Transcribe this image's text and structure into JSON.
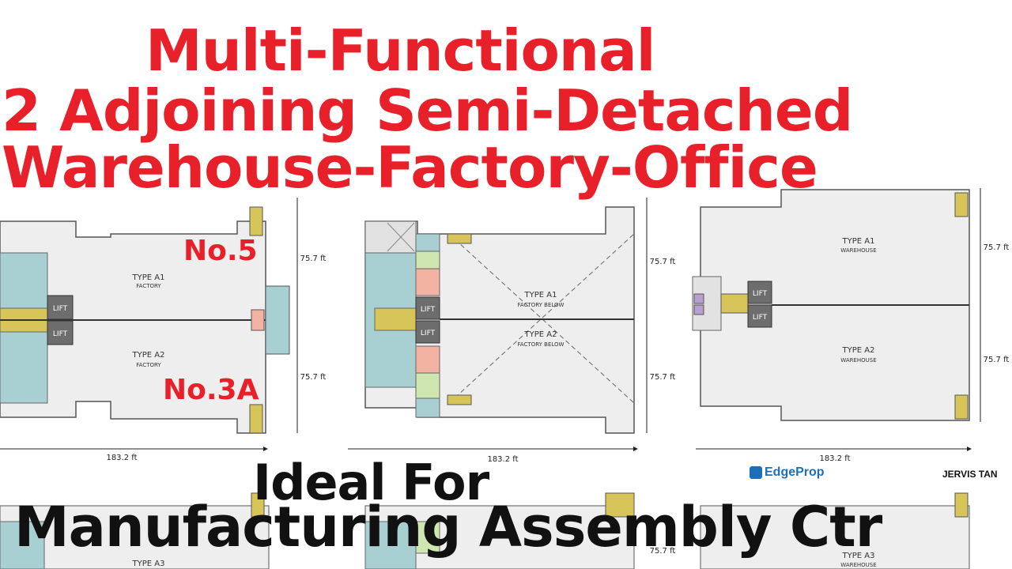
{
  "headline": {
    "line1": "Multi-Functional",
    "line2": "2 Adjoining Semi-Detached",
    "line3": "Warehouse-Factory-Office"
  },
  "units": {
    "top": "No.5",
    "bottom": "No.3A"
  },
  "footer": {
    "line1": "Ideal For",
    "line2": "Manufacturing Assembly Ctr"
  },
  "branding": {
    "logo_text": "EdgeProp",
    "agent": "JERVIS TAN"
  },
  "plans": [
    {
      "unit_a": "TYPE A1",
      "use_a": "FACTORY",
      "unit_b": "TYPE A2",
      "use_b": "FACTORY",
      "width": "183.2 ft",
      "depth_top": "75.7 ft",
      "depth_bottom": "75.7 ft"
    },
    {
      "unit_a": "TYPE A1",
      "use_a": "FACTORY BELOW",
      "unit_b": "TYPE A2",
      "use_b": "FACTORY BELOW",
      "width": "183.2 ft",
      "depth_top": "75.7 ft",
      "depth_bottom": "75.7 ft"
    },
    {
      "unit_a": "TYPE A1",
      "use_a": "WAREHOUSE",
      "unit_b": "TYPE A2",
      "use_b": "WAREHOUSE",
      "width": "183.2 ft",
      "depth_top": "75.7 ft",
      "depth_bottom": "75.7 ft"
    }
  ],
  "lower_plans": {
    "left_type": "TYPE A3",
    "right_type": "TYPE A3",
    "right_use": "WAREHOUSE",
    "depth": "75.7 ft"
  },
  "lift_label": "LIFT",
  "colors": {
    "headline": "#e8202a",
    "footer": "#111111",
    "floor": "#eeeeee",
    "core": "#a8cfd2",
    "lift": "#6d6d6d",
    "stair": "#d8c55a",
    "toilet": "#f3b3a3",
    "pantry": "#cfe6b0",
    "brand_blue": "#1e6fb8"
  }
}
